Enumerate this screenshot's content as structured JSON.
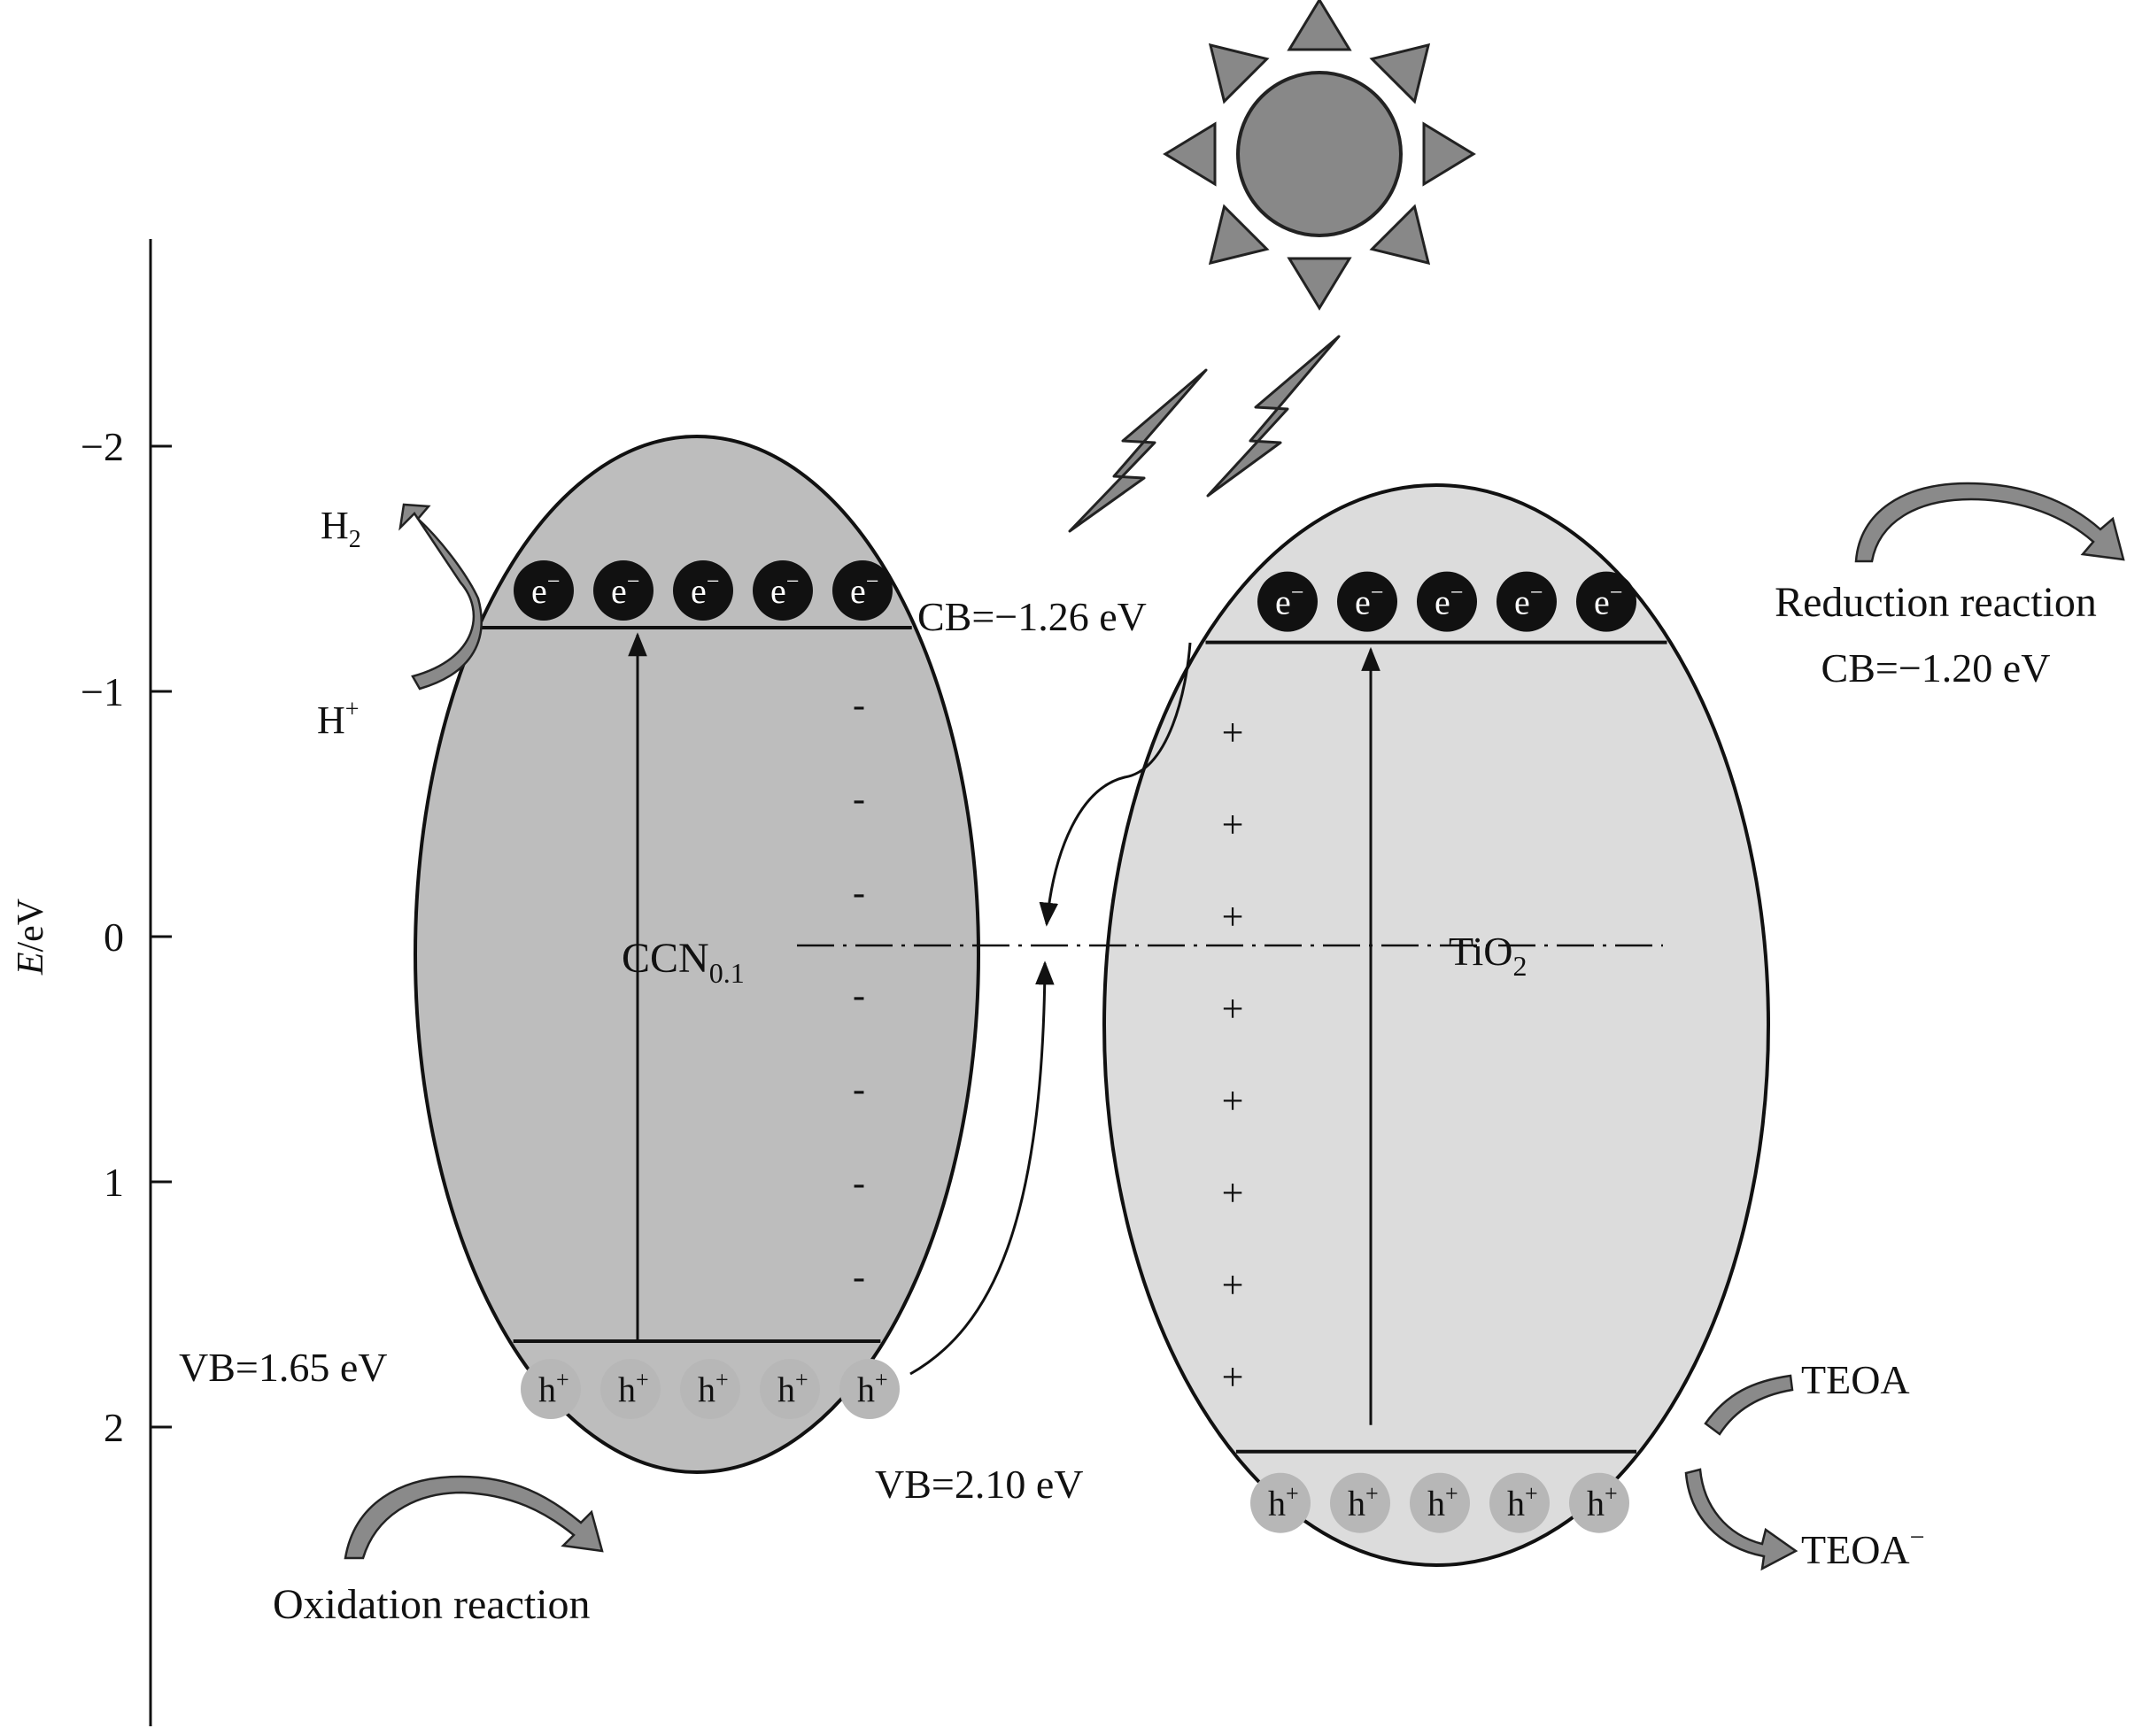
{
  "axis": {
    "label_italic": "E",
    "label_rest": "/eV",
    "ticks": [
      {
        "value": -2,
        "label": "−2"
      },
      {
        "value": -1,
        "label": "−1"
      },
      {
        "value": 0,
        "label": "0"
      },
      {
        "value": 1,
        "label": "1"
      },
      {
        "value": 2,
        "label": "2"
      }
    ]
  },
  "ccn": {
    "name": "CCN",
    "name_sub": "0.1",
    "cb_label": "CB=−1.26 eV",
    "vb_label": "VB=1.65 eV",
    "cb_value": -1.26,
    "vb_value": 1.65,
    "fill": "#bdbdbd",
    "charge_count": 7
  },
  "tio2": {
    "name": "TiO",
    "name_sub": "2",
    "cb_label": "CB=−1.20 eV",
    "vb_label": "VB=2.10 eV",
    "cb_value": -1.2,
    "vb_value": 2.1,
    "fill": "#dcdcdc",
    "charge_count": 8
  },
  "particles": {
    "electron_base": "e",
    "electron_sup": "−",
    "hole_base": "h",
    "hole_sup": "+",
    "electron_fill": "#111111",
    "hole_fill": "#b7b7b7",
    "per_band": 5
  },
  "charges": {
    "negative": "-",
    "positive": "+"
  },
  "reactions": {
    "h2": {
      "base": "H",
      "sub": "2"
    },
    "h_plus": {
      "base": "H",
      "sup": "+"
    },
    "oxidation": "Oxidation reaction",
    "reduction": "Reduction reaction",
    "teoa": "TEOA",
    "teoa_minus": {
      "base": "TEOA",
      "sup": "−"
    }
  },
  "colors": {
    "sun": "#888888",
    "sun_stroke": "#222222",
    "curved_arrow": "#8a8a8a"
  }
}
